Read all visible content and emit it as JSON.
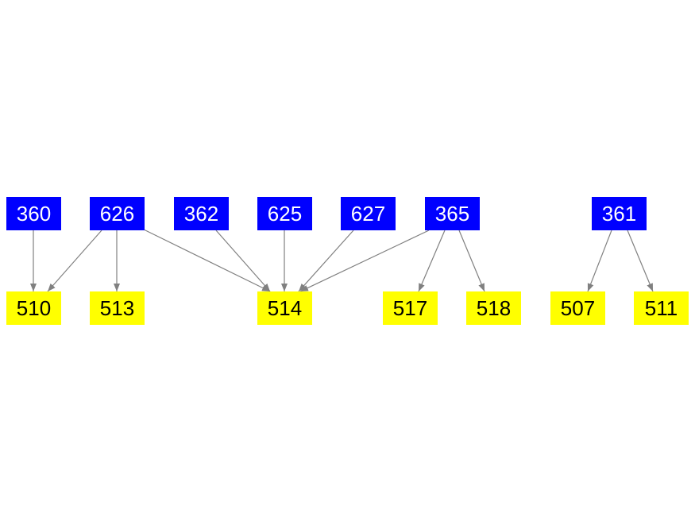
{
  "colors": {
    "source": "#0000ff",
    "target": "#ffff00",
    "edge": "#808080"
  },
  "sources": [
    "360",
    "626",
    "362",
    "625",
    "627",
    "365",
    "361"
  ],
  "targets": [
    "510",
    "513",
    "514",
    "517",
    "518",
    "507",
    "511"
  ],
  "edges": [
    [
      "360",
      "510"
    ],
    [
      "626",
      "510"
    ],
    [
      "626",
      "513"
    ],
    [
      "626",
      "514"
    ],
    [
      "362",
      "514"
    ],
    [
      "625",
      "514"
    ],
    [
      "627",
      "514"
    ],
    [
      "365",
      "514"
    ],
    [
      "365",
      "517"
    ],
    [
      "365",
      "518"
    ],
    [
      "361",
      "507"
    ],
    [
      "361",
      "511"
    ]
  ]
}
